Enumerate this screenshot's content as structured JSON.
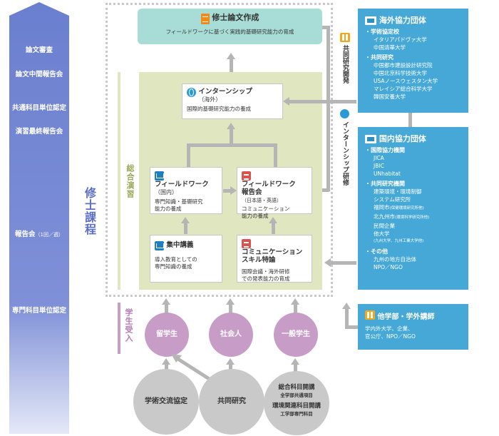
{
  "left_column": {
    "stages": [
      "論文審査",
      "論文中間報告会",
      "共通科目単位認定",
      "演習最終報告会",
      "報告会",
      "専門科目単位認定"
    ],
    "report_frequency": "（1回／週）",
    "course_label": "修士課程"
  },
  "thesis": {
    "title": "修士論文作成",
    "desc": "フィールドワークに基づく実践的基礎研究能力の育成"
  },
  "seminar_label": "総合演習",
  "internship": {
    "title": "インターンシップ",
    "sub": "（海外）",
    "desc": "国際的基礎研究能力の養成"
  },
  "fieldwork": {
    "title": "フィールドワーク",
    "sub": "（国内）",
    "desc1": "専門知識・基礎研究",
    "desc2": "能力の養成"
  },
  "fieldwork_report": {
    "title": "フィールドワーク",
    "title2": "報告会",
    "sub": "（日本語・英語）",
    "desc1": "コミュニケーション",
    "desc2": "能力の養成"
  },
  "intensive": {
    "title": "集中講義",
    "desc1": "導入教育としての",
    "desc2": "専門知識の養成"
  },
  "comm_skill": {
    "title1": "コミュニケーション",
    "title2": "スキル特論",
    "desc1": "国際会議・海外研修",
    "desc2": "での発表能力の育成"
  },
  "vertical_labels": {
    "joint_research": "共同研究開発",
    "internship_training": "インターンシップ研修"
  },
  "student_intake_label": "学生受入",
  "students": [
    "留学生",
    "社会人",
    "一般学生"
  ],
  "sources": {
    "exchange": "学術交流協定",
    "joint": "共同研究",
    "courses": {
      "line1": "総合科目開講",
      "line2": "全学部共通項目",
      "line3": "環境関連科目開講",
      "line4": "工学部専門科目"
    }
  },
  "overseas": {
    "title": "海外協力団体",
    "group1": "・学術協定校",
    "group1_items": [
      "イタリアパドヴァ大学",
      "中国清華大学"
    ],
    "group2": "・共同研究",
    "group2_items": [
      "中国都市建設設計研究院",
      "中国北京科学技術大学",
      "USAノースウェスタン大学",
      "マレイシア総合科学大学",
      "韓国安養大学"
    ]
  },
  "domestic": {
    "title": "国内協力団体",
    "group1": "・国際協力機関",
    "group1_items": [
      "JICA",
      "JBIC",
      "UNhabitat"
    ],
    "group2": "・共同研究機関",
    "group2_items": [
      "建築環境・環境制御",
      "システム研究所"
    ],
    "fukuoka": "福岡市",
    "fukuoka_note": "(保健環境研究所他)",
    "kitakyushu": "北九州市",
    "kitakyushu_note": "(環境科学研究所他)",
    "group2_items_b": [
      "民間企業",
      "他大学"
    ],
    "other_univ_note": "(九州大学、九州工業大学他)",
    "group3": "・その他",
    "group3_items": [
      "九州の地方自治体",
      "NPO／NGO"
    ]
  },
  "other": {
    "title": "他学部・学外講師",
    "line1": "学内外大学、企業、",
    "line2": "官公庁、NPO／NGO"
  },
  "colors": {
    "accent_blue": "#45a8d6",
    "teal": "#a8dcd6",
    "green": "#dfe6c0",
    "pink": "#c79dc7"
  }
}
